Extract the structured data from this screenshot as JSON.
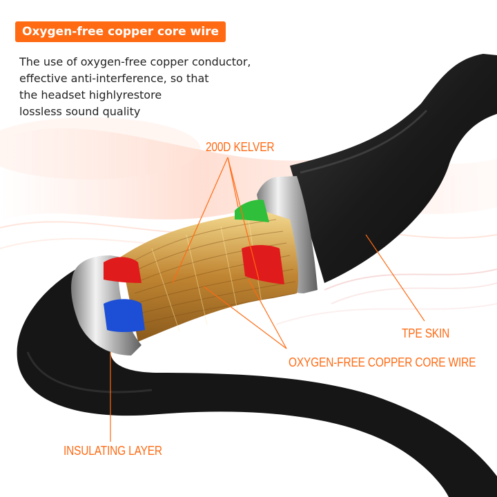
{
  "header": {
    "title": "Oxygen-free copper core wire"
  },
  "description": {
    "lines": [
      "The use of oxygen-free copper conductor,",
      "effective anti-interference, so that",
      "the headset highlyrestore",
      "lossless sound quality"
    ]
  },
  "callouts": {
    "kelver": "200D KELVER",
    "tpe_skin": "TPE SKIN",
    "copper_core": "OXYGEN-FREE COPPER CORE WIRE",
    "insulating_layer": "INSULATING LAYER"
  },
  "colors": {
    "accent": "#ff6a13",
    "cable": "#1c1c1c",
    "copper": "#c9943a",
    "red_wire": "#e01b1b",
    "blue_wire": "#1d4fd6",
    "green_wire": "#2fbf3a",
    "ferrule": "#c8c8c8"
  }
}
